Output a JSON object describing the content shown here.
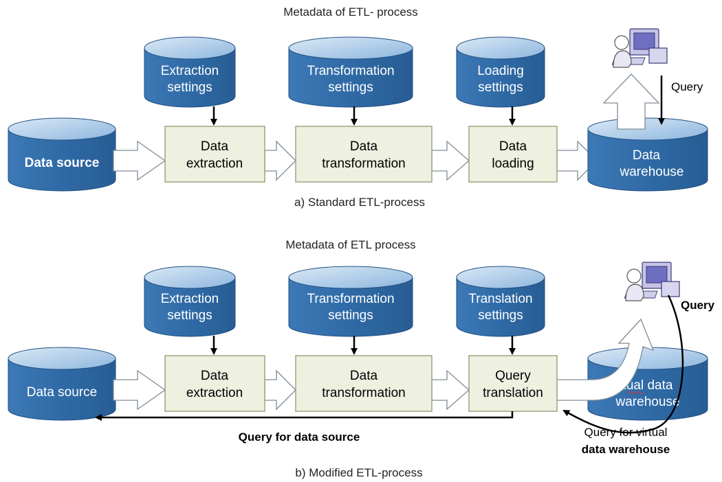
{
  "panel_a": {
    "metadata_title": "Metadata of ETL- process",
    "settings": [
      [
        "Extraction",
        "settings"
      ],
      [
        "Transformation",
        "settings"
      ],
      [
        "Loading",
        "settings"
      ]
    ],
    "source": "Data source",
    "steps": [
      [
        "Data",
        "extraction"
      ],
      [
        "Data",
        "transformation"
      ],
      [
        "Data",
        "loading"
      ]
    ],
    "target": [
      "Data",
      "warehouse"
    ],
    "query": "Query",
    "caption": "a) Standard ETL-process"
  },
  "panel_b": {
    "metadata_title": "Metadata of ETL process",
    "settings": [
      [
        "Extraction",
        "settings"
      ],
      [
        "Transformation",
        "settings"
      ],
      [
        "Translation",
        "settings"
      ]
    ],
    "source": "Data source",
    "steps": [
      [
        "Data",
        "extraction"
      ],
      [
        "Data",
        "transformation"
      ],
      [
        "Query",
        "translation"
      ]
    ],
    "target": [
      "tual data",
      "warehouse"
    ],
    "query": "Query",
    "query_for_source": "Query for data source",
    "query_for_virtual": [
      "Query for virtual",
      "data warehouse"
    ],
    "caption": "b) Modified  ETL-process"
  },
  "colors": {
    "cylinder_fill": "#2f6aa6",
    "cylinder_top": "#a9c9e8",
    "cylinder_stroke": "#1f4e80",
    "process_fill": "#eef0e0",
    "process_stroke": "#8a9a70",
    "arrow_fill": "#ffffff",
    "arrow_stroke": "#7f8c99"
  }
}
